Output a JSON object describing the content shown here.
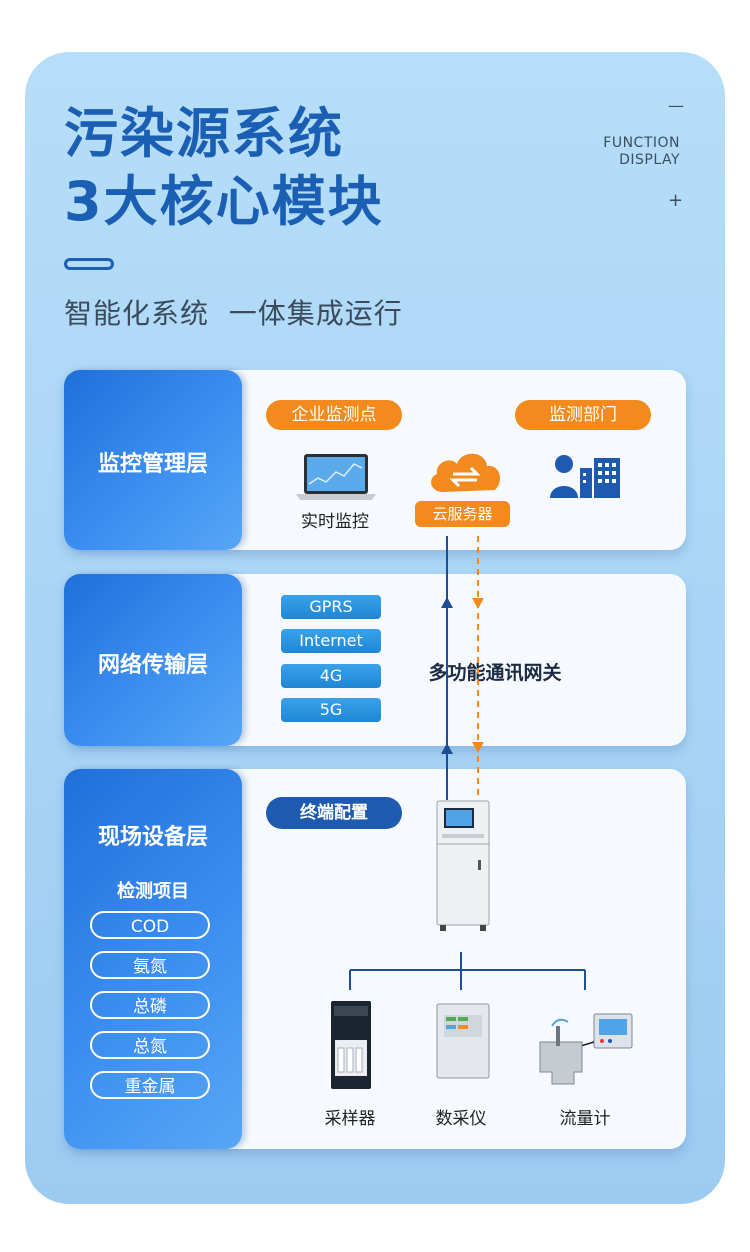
{
  "header": {
    "title_line1": "污染源系统",
    "title_line2": "3大核心模块",
    "subtitle": "智能化系统  一体集成运行",
    "function_line1": "FUNCTION",
    "function_line2": "DISPLAY",
    "minus": "—",
    "plus": "+"
  },
  "monitor_layer": {
    "label": "监控管理层",
    "enterprise_point": "企业监测点",
    "monitor_department": "监测部门",
    "realtime_label": "实时监控",
    "cloud_server": "云服务器",
    "icons": [
      "laptop-icon",
      "cloud-sync-icon",
      "people-building-icon"
    ]
  },
  "network_layer": {
    "label": "网络传输层",
    "tags": [
      "GPRS",
      "Internet",
      "4G",
      "5G"
    ],
    "gateway": "多功能通讯网关"
  },
  "field_layer": {
    "label": "现场设备层",
    "items_title": "检测项目",
    "items": [
      "COD",
      "氨氮",
      "总磷",
      "总氮",
      "重金属"
    ],
    "terminal": "终端配置",
    "devices": [
      "采样器",
      "数采仪",
      "流量计"
    ]
  },
  "colors": {
    "title_blue": "#1a5fb4",
    "orange": "#f28a1d",
    "card_left_blue": "#2f7ee6",
    "arrow_blue": "#1e4e96"
  }
}
